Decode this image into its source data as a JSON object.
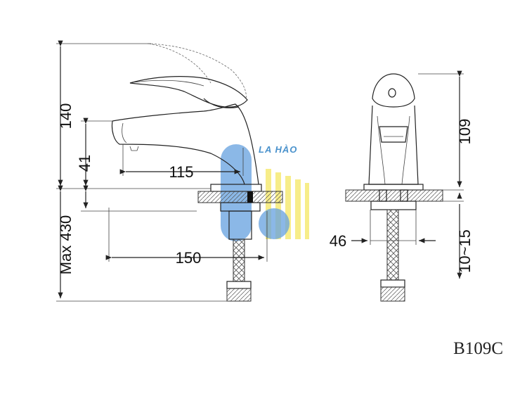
{
  "model": "B109C",
  "watermark": {
    "brand_text": "LA HÀO"
  },
  "dimensions": {
    "height_140": "140",
    "spout_41": "41",
    "reach_115": "115",
    "max_430": "Max 430",
    "base_150": "150",
    "height_109": "109",
    "width_46": "46",
    "deck_10_15": "10~15"
  },
  "colors": {
    "line": "#222222",
    "watermark_blue": "#2b7fc4",
    "watermark_yellow": "#f2e23a"
  }
}
